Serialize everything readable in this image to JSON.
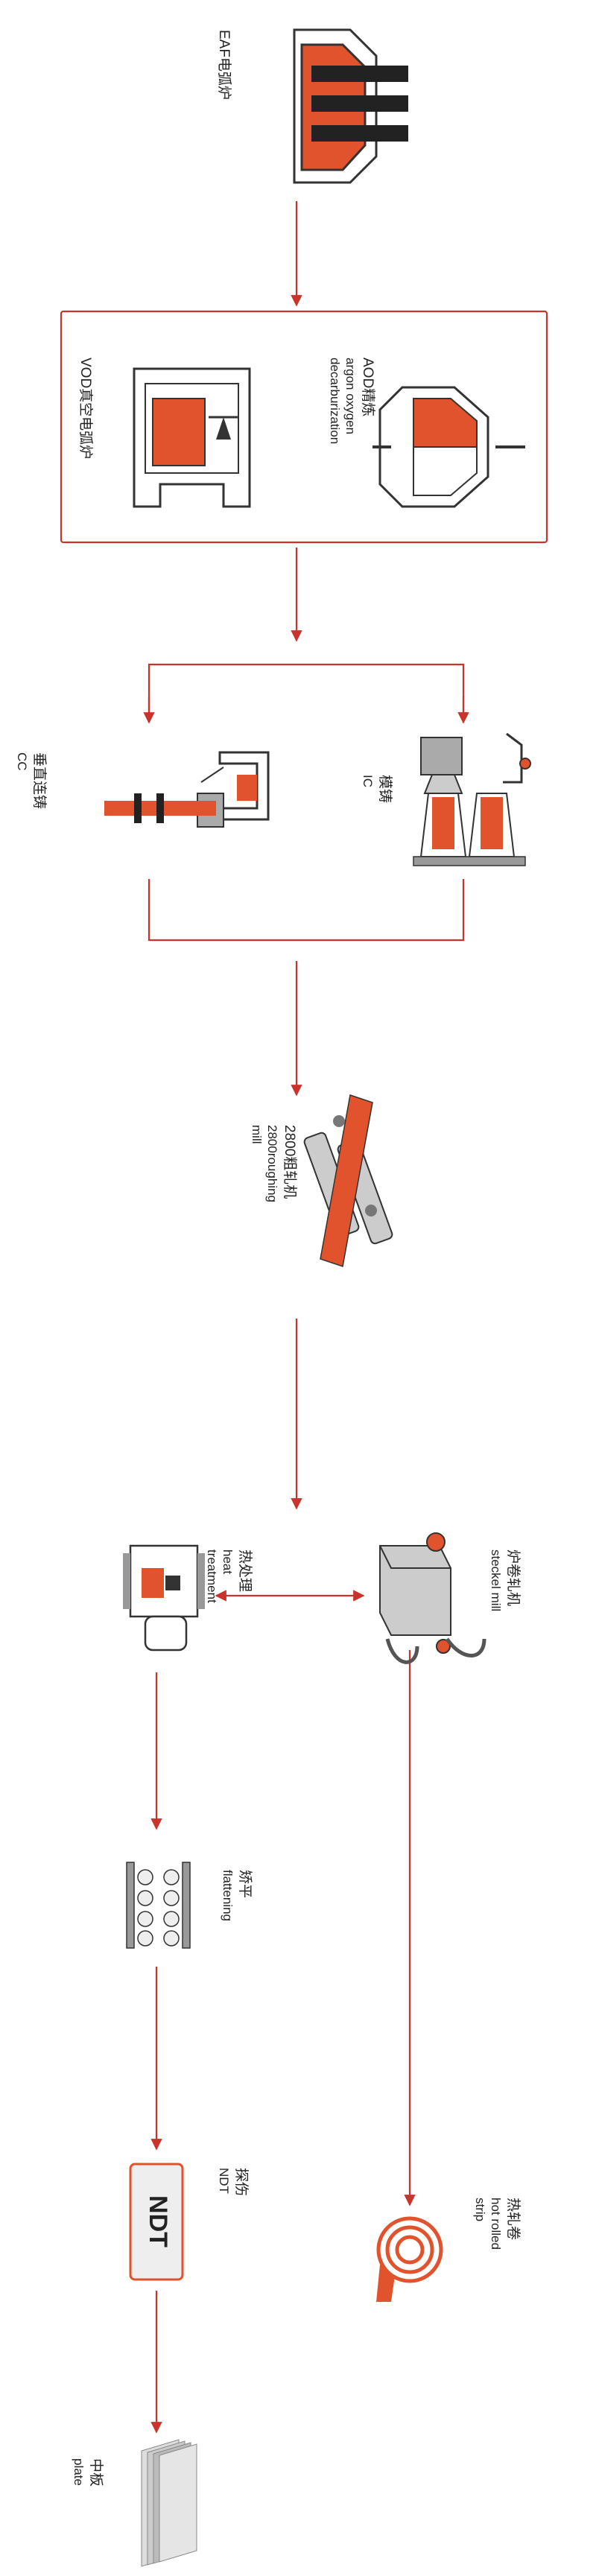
{
  "colors": {
    "accent": "#e0532d",
    "line": "#c8332b",
    "steel": "#9a9a9a",
    "steel_dark": "#333333",
    "box_border": "#c8332b"
  },
  "steps": {
    "eaf": {
      "name": "EAF电弧炉"
    },
    "vod": {
      "name": "VOD真空电弧炉"
    },
    "aod": {
      "name": "AOD精炼",
      "en_line1": "argon oxygen",
      "en_line2": "decarburization"
    },
    "cc": {
      "name": "垂直连铸",
      "en": "CC"
    },
    "ic": {
      "name": "模铸",
      "en": "IC"
    },
    "roughing": {
      "name_line1": "2800粗轧机",
      "name_line2": "2800roughing",
      "name_line3": "mill"
    },
    "steckel": {
      "name": "炉卷轧机",
      "en": "steckel mill"
    },
    "heat": {
      "name": "热处理",
      "en_line1": "heat",
      "en_line2": "treatment"
    },
    "flatten": {
      "name": "矫平",
      "en": "flattening"
    },
    "ndt": {
      "name": "探伤",
      "en": "NDT",
      "badge": "NDT"
    },
    "coil": {
      "name": "热轧卷",
      "en_line1": "hot rolled",
      "en_line2": "strip"
    },
    "plate": {
      "name": "中板",
      "en": "plate"
    }
  }
}
